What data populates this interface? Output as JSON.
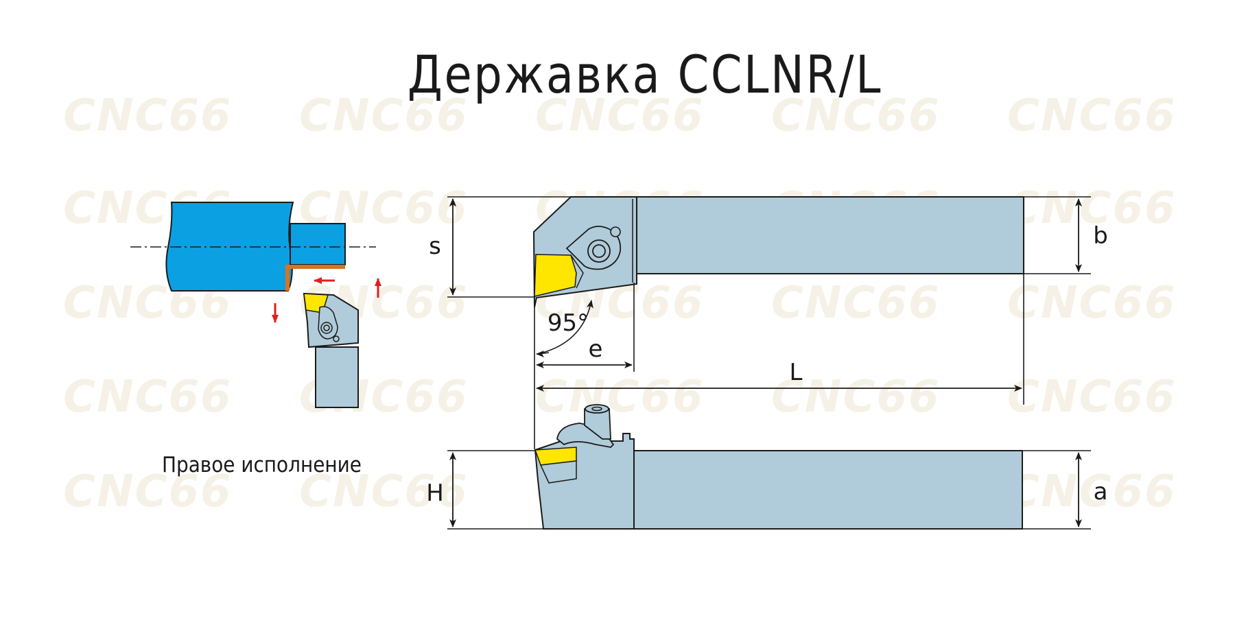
{
  "title": "Державка CCLNR/L",
  "caption": "Правое исполнение",
  "watermark": "CNC66",
  "angle_label": "95°",
  "dimensions": {
    "s": "s",
    "b": "b",
    "e": "e",
    "L": "L",
    "H": "H",
    "a": "a"
  },
  "colors": {
    "holder": "#b0cbd9",
    "insert": "#ffe600",
    "workpiece": "#0aa0e2",
    "chip": "#d9731e",
    "arrow": "#e02020",
    "line": "#1a1a1a"
  }
}
